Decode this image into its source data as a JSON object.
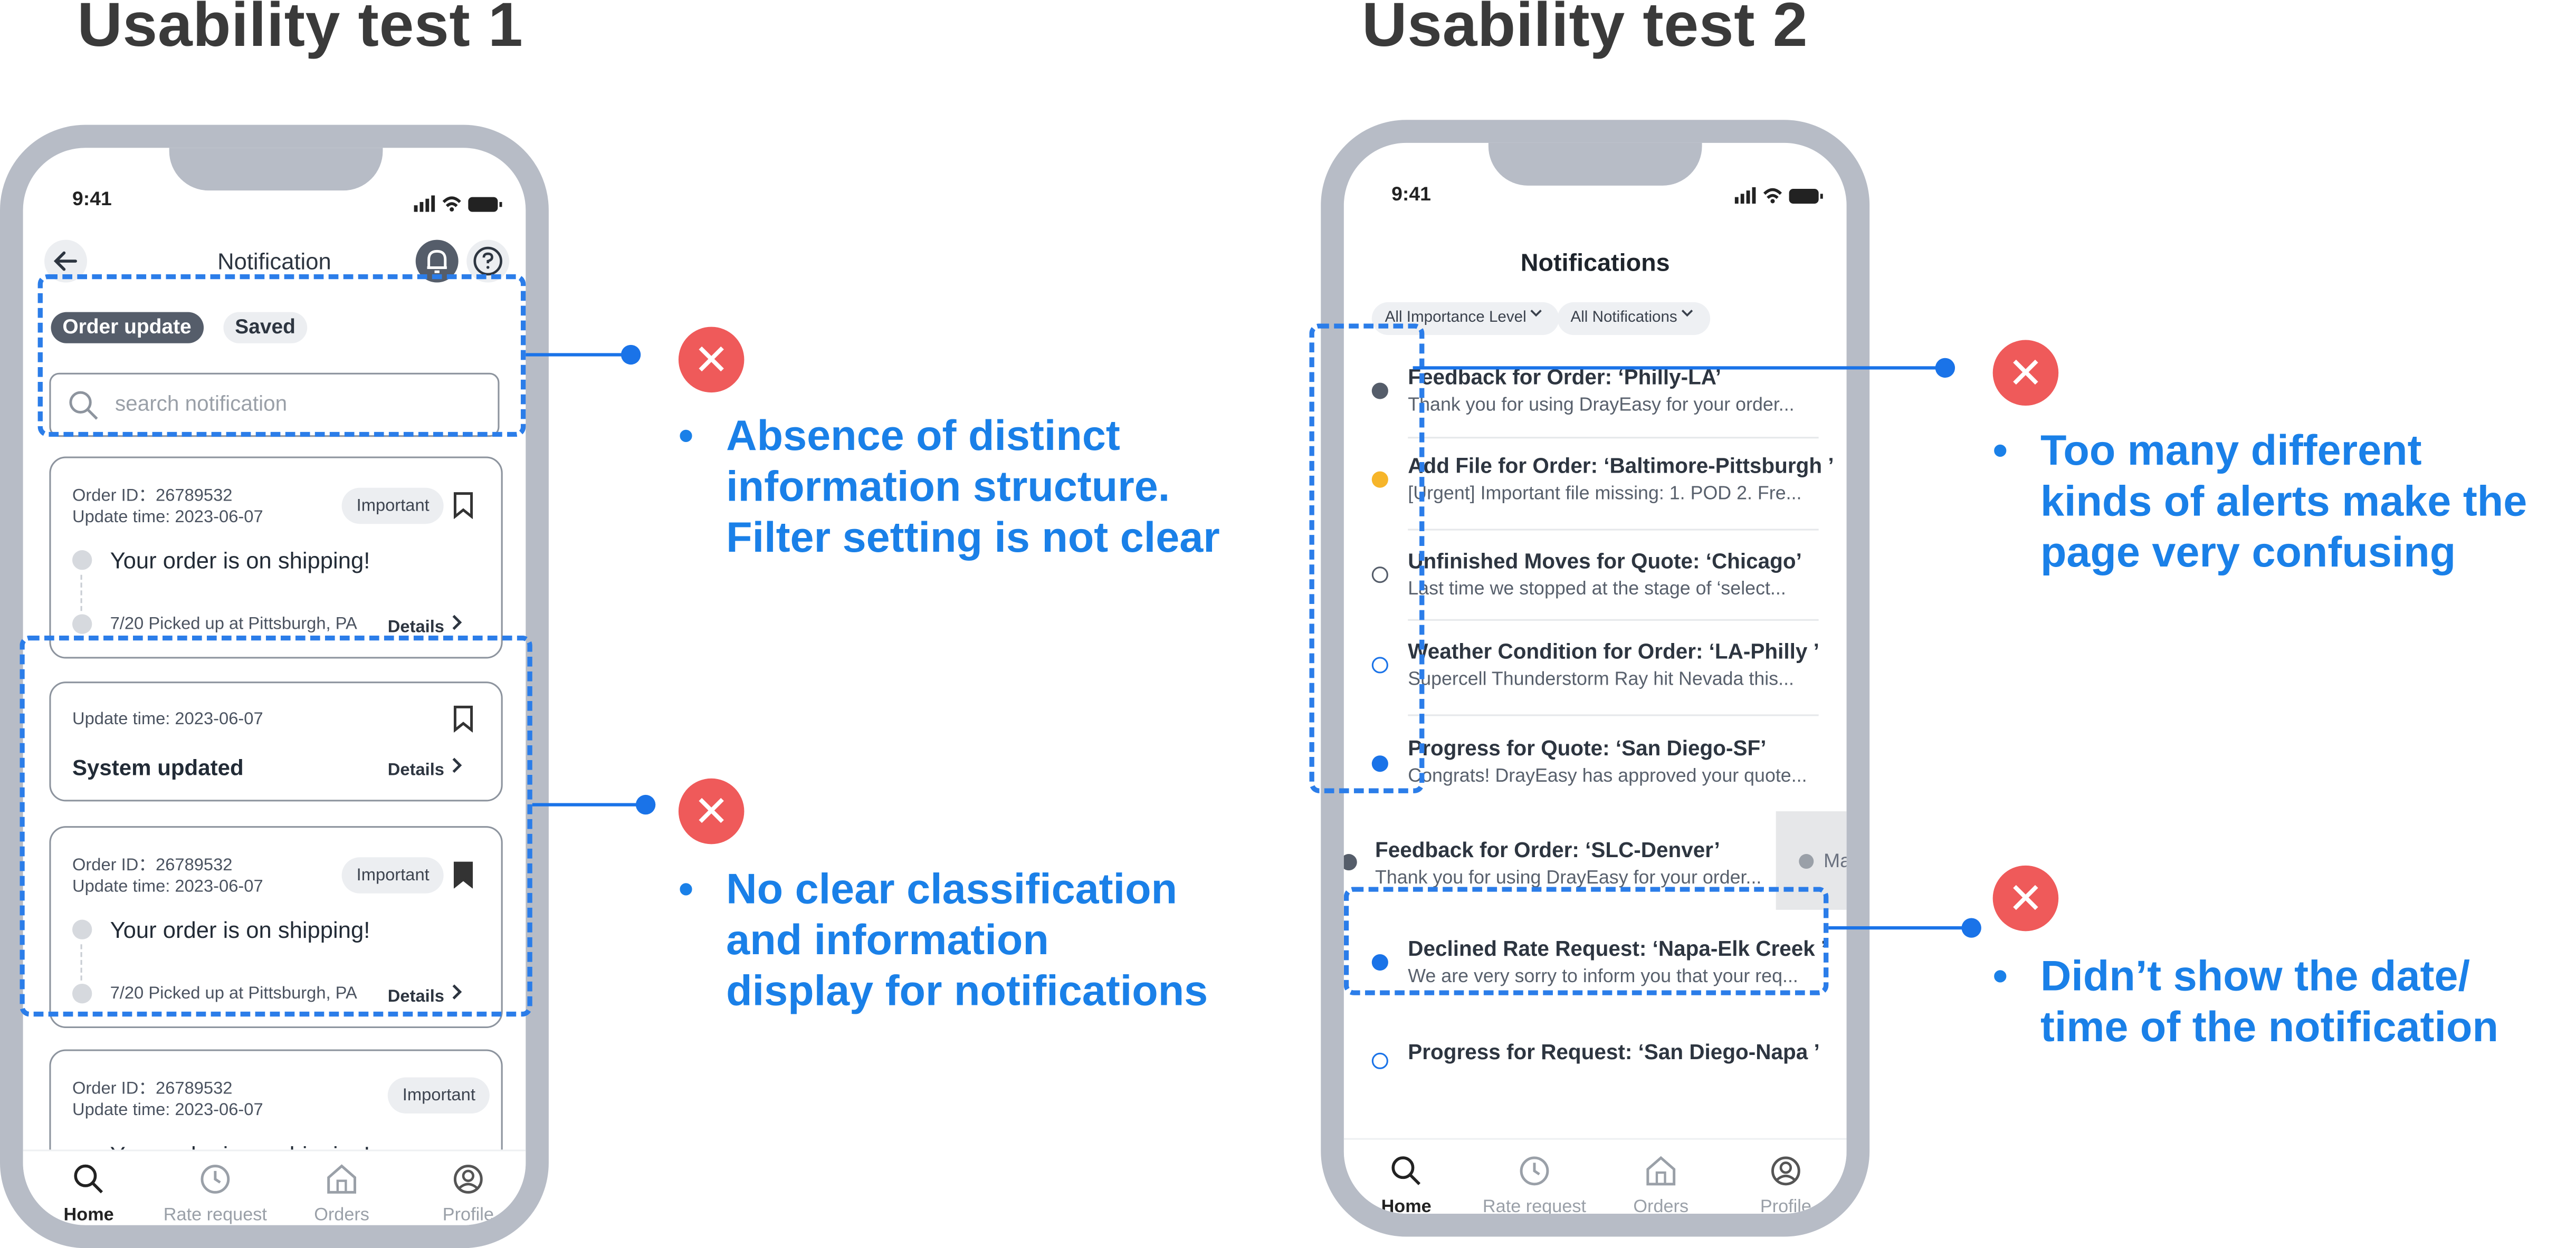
{
  "test1": {
    "heading": "Usability test 1",
    "status_time": "9:41",
    "screen_title": "Notification",
    "tabs": [
      "Order update",
      "Saved"
    ],
    "search_placeholder": "search notification",
    "card1": {
      "order_line": "Order ID：26789532",
      "time_line": "Update time:  2023-06-07",
      "badge": "Important",
      "headline": "Your order is on shipping!",
      "step": "7/20 Picked up at Pittsburgh, PA",
      "details": "Details"
    },
    "card2": {
      "time_line": "Update time:  2023-06-07",
      "headline": "System updated",
      "details": "Details"
    },
    "card3": {
      "order_line": "Order ID：26789532",
      "time_line": "Update time:  2023-06-07",
      "badge": "Important",
      "headline": "Your order is on shipping!",
      "step": "7/20 Picked up at Pittsburgh, PA",
      "details": "Details"
    },
    "card4": {
      "order_line": "Order ID：26789532",
      "time_line": "Update time:  2023-06-07",
      "badge": "Important",
      "headline": "Your order is on shipping!"
    },
    "nav": [
      "Home",
      "Rate request",
      "Orders",
      "Profile"
    ],
    "callout1": [
      "Absence of distinct",
      "information structure.",
      "Filter setting is not clear"
    ],
    "callout2": [
      "No clear classification",
      "and information",
      "display for notifications"
    ]
  },
  "test2": {
    "heading": "Usability test 2",
    "status_time": "9:41",
    "screen_title": "Notifications",
    "filters": [
      "All Importance Level",
      "All Notifications"
    ],
    "items": [
      {
        "title": "Feedback for Order: ‘Philly-LA’",
        "sub": "Thank you for using DrayEasy for your order..."
      },
      {
        "title": "Add File for Order: ‘Baltimore-Pittsburgh ’",
        "sub": "[Urgent] Important file missing: 1. POD 2. Fre..."
      },
      {
        "title": "Unfinished Moves for Quote: ‘Chicago’",
        "sub": "Last time we stopped at the stage of ‘select..."
      },
      {
        "title": "Weather Condition for Order: ‘LA-Philly ’",
        "sub": "Supercell Thunderstorm Ray hit Nevada this..."
      },
      {
        "title": "Progress for Quote: ‘San Diego-SF’",
        "sub": "Congrats! DrayEasy has approved your quote..."
      },
      {
        "title": "Feedback for Order: ‘SLC-Denver’",
        "sub": "Thank you for using DrayEasy for your order..."
      },
      {
        "title": "Declined Rate Request: ‘Napa-Elk Creek ’",
        "sub": "We are very sorry to inform you that your req..."
      },
      {
        "title": "Progress for Request: ‘San Diego-Napa ’",
        "sub": ""
      }
    ],
    "swipe_action": "Ma",
    "nav": [
      "Home",
      "Rate request",
      "Orders",
      "Profile"
    ],
    "callout1": [
      "Too many different",
      "kinds of alerts make the",
      "page very confusing"
    ],
    "callout2": [
      "Didn’t show the date/",
      "time of the notification"
    ]
  },
  "colors": {
    "accent": "#1a80e8",
    "error": "#ef5a5a",
    "unread_dot": "#1a73e8",
    "urgent_dot": "#f6b52a",
    "frame": "#b7bcc6"
  }
}
